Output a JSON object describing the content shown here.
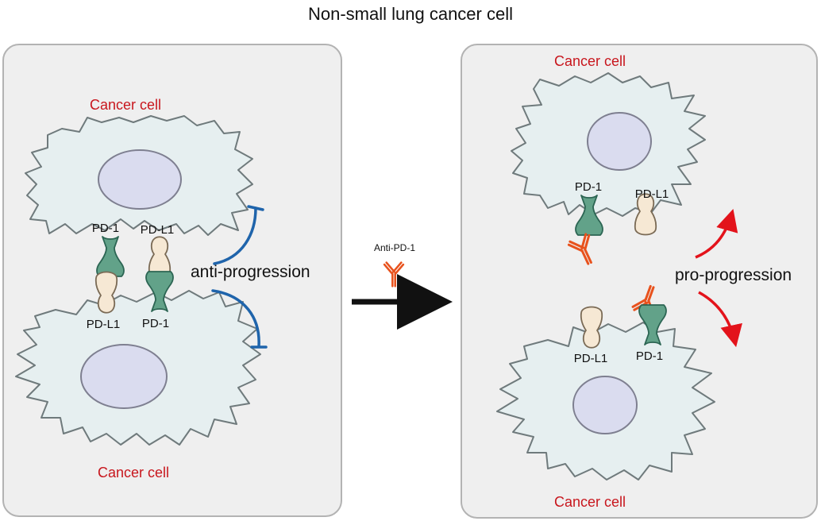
{
  "title": "Non-small lung cancer cell",
  "colors": {
    "panel_fill": "#efefef",
    "panel_stroke": "#b3b3b3",
    "cell_fill": "#e6eff0",
    "cell_stroke": "#6f7a7c",
    "nucleus_fill": "#dadcef",
    "nucleus_stroke": "#7e7f90",
    "pd1_fill": "#62a289",
    "pd1_dark": "#2c6553",
    "pdl1_fill": "#f6e8d4",
    "pdl1_stroke": "#7a6a55",
    "antibody": "#e8521d",
    "inhibition": "#1f64ab",
    "progression": "#e3131b",
    "cell_label": "#c8161d",
    "main_arrow": "#111111"
  },
  "left_panel": {
    "top_cell_label": "Cancer cell",
    "bottom_cell_label": "Cancer cell",
    "top_receptor_1": "PD-1",
    "top_receptor_2": "PD-L1",
    "bottom_receptor_1": "PD-L1",
    "bottom_receptor_2": "PD-1",
    "effect_label": "anti-progression"
  },
  "treatment": {
    "label": "Anti-PD-1"
  },
  "right_panel": {
    "top_cell_label": "Cancer cell",
    "bottom_cell_label": "Cancer cell",
    "top_receptor_1": "PD-1",
    "top_receptor_2": "PD-L1",
    "bottom_receptor_1": "PD-L1",
    "bottom_receptor_2": "PD-1",
    "effect_label": "pro-progression"
  }
}
